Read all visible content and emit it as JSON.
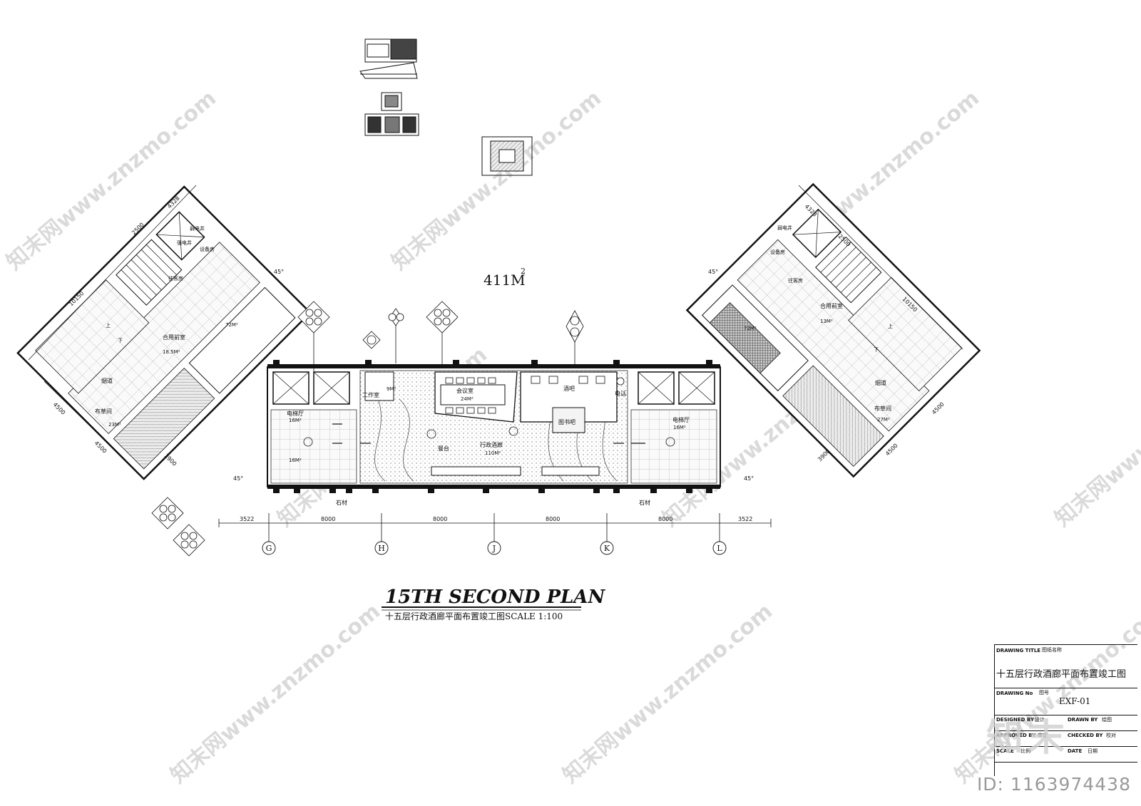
{
  "area_label": "411M",
  "area_sup": "2",
  "plan_title": "15TH SECOND PLAN",
  "plan_subtitle": "十五层行政酒廊平面布置竣工图SCALE 1:100",
  "grid_labels": [
    "G",
    "H",
    "J",
    "K",
    "L"
  ],
  "dimensions_bottom": [
    "3522",
    "8000",
    "8000",
    "8000",
    "8000",
    "3522"
  ],
  "wing_dims_left": [
    "4328",
    "2500",
    "10150",
    "4500",
    "4500",
    "3900"
  ],
  "wing_dims_right": [
    "4328",
    "2500",
    "10150",
    "4500",
    "4500",
    "3900"
  ],
  "rooms": {
    "meeting": "会议室",
    "meeting_area": "24M²",
    "executive_lounge": "行政酒廊",
    "lounge_area": "110M²",
    "bar": "酒吧",
    "library": "图书吧",
    "office": "工作室",
    "office_area": "9M²",
    "phone": "电话",
    "buffet": "餐台",
    "elevator_hall_left": "电梯厅",
    "elevator_hall_right": "电梯厅",
    "elevator_area": "16M²",
    "corridor_area_left": "72M²",
    "corridor_area_right": "72M²",
    "shared_front_left": "合用前室",
    "shared_front_left_area": "18.5M²",
    "shared_front_right": "合用前室",
    "shared_front_right_area": "13M²",
    "linen_left": "布草间",
    "linen_left_area": "23M²",
    "linen_right": "布草间",
    "linen_right_area": "27M²",
    "duct": "烟道",
    "weak_shaft": "弱电井",
    "strong_shaft": "强电井",
    "equipment": "设备房",
    "to_guest": "往客房",
    "stone": "石材",
    "up": "上",
    "down": "下",
    "angle": "45°"
  },
  "title_block": {
    "drawing_title_label": "DRAWING TITLE",
    "drawing_title_cn": "图纸名称",
    "drawing_title_value": "十五层行政酒廊平面布置竣工图",
    "drawing_no_label": "DRAWING No",
    "drawing_no_cn": "图号",
    "drawing_no_value": "EXF-01",
    "designed_by_label": "DESIGNED BY",
    "designed_by_cn": "设计",
    "drawn_by_label": "DRAWN BY",
    "drawn_by_cn": "绘图",
    "approved_by_label": "APPROVED BY",
    "approved_by_cn": "审定",
    "checked_by_label": "CHECKED BY",
    "checked_by_cn": "校对",
    "scale_label": "SCALE",
    "scale_cn": "比例",
    "date_label": "DATE",
    "date_cn": "日期"
  },
  "watermark_logo": "知末",
  "watermark_text": "知末网www.znzmo.com",
  "id_label": "ID: 1163974438",
  "colors": {
    "line": "#111111",
    "hatch": "#9a9a9a",
    "watermark": "#bdbdbd",
    "fill_light": "#e9e9e9"
  }
}
